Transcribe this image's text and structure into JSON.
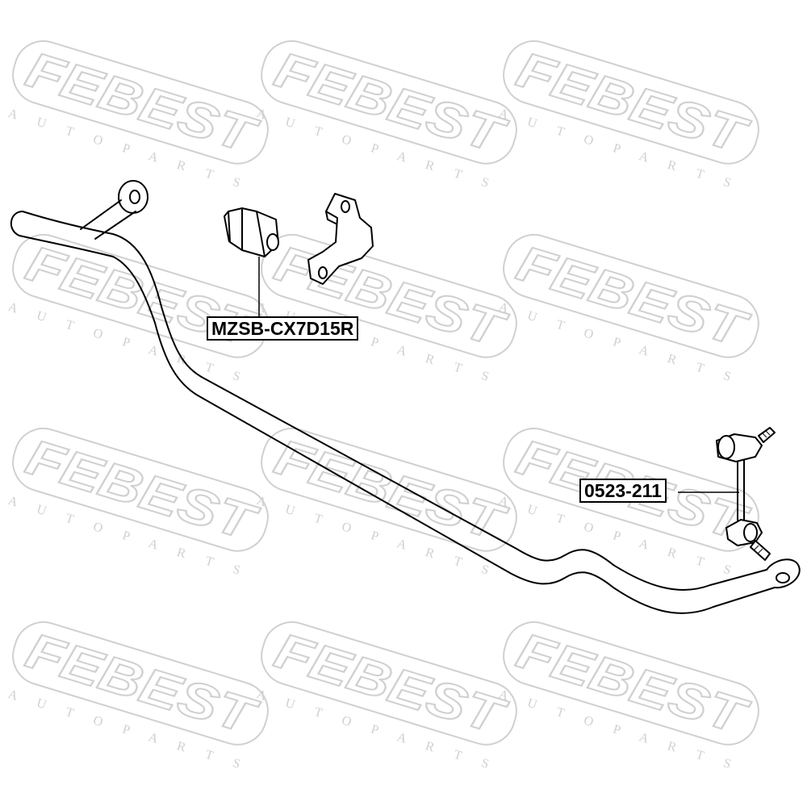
{
  "watermark": {
    "brand": "FEBEST",
    "tagline": "AUTO PARTS",
    "color": "#d0d0d0"
  },
  "parts": [
    {
      "part_number": "MZSB-CX7D15R"
    },
    {
      "part_number": "0523-211"
    }
  ],
  "colors": {
    "line": "#000000",
    "background": "#ffffff"
  }
}
